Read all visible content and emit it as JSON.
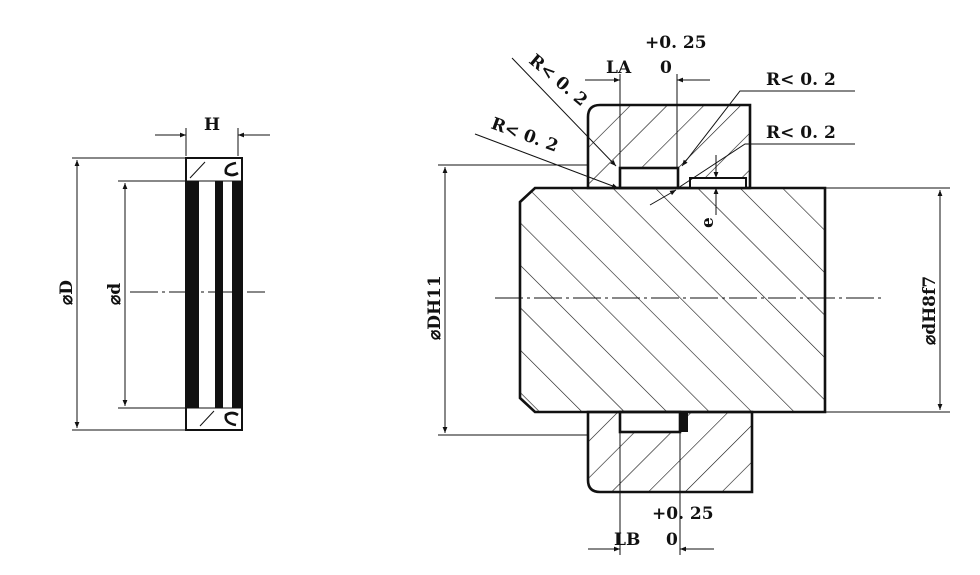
{
  "title": "Seal ring and groove installation drawing",
  "seal": {
    "outer_diameter_label": "⌀D",
    "inner_diameter_label": "⌀d",
    "height_label": "H"
  },
  "groove": {
    "housing_diameter_label": "⌀DH11",
    "shaft_diameter_label": "⌀dH8f7",
    "depth_label": "e",
    "la_label": "LA",
    "la_tol_upper": "+0. 25",
    "la_tol_lower": "0",
    "lb_label": "LB",
    "lb_tol_upper": "+0. 25",
    "lb_tol_lower": "0",
    "radius_labels": [
      "R< 0. 2",
      "R< 0. 2",
      "R< 0. 2",
      "R< 0. 2"
    ]
  },
  "colors": {
    "line": "#111111",
    "background": "#ffffff"
  }
}
